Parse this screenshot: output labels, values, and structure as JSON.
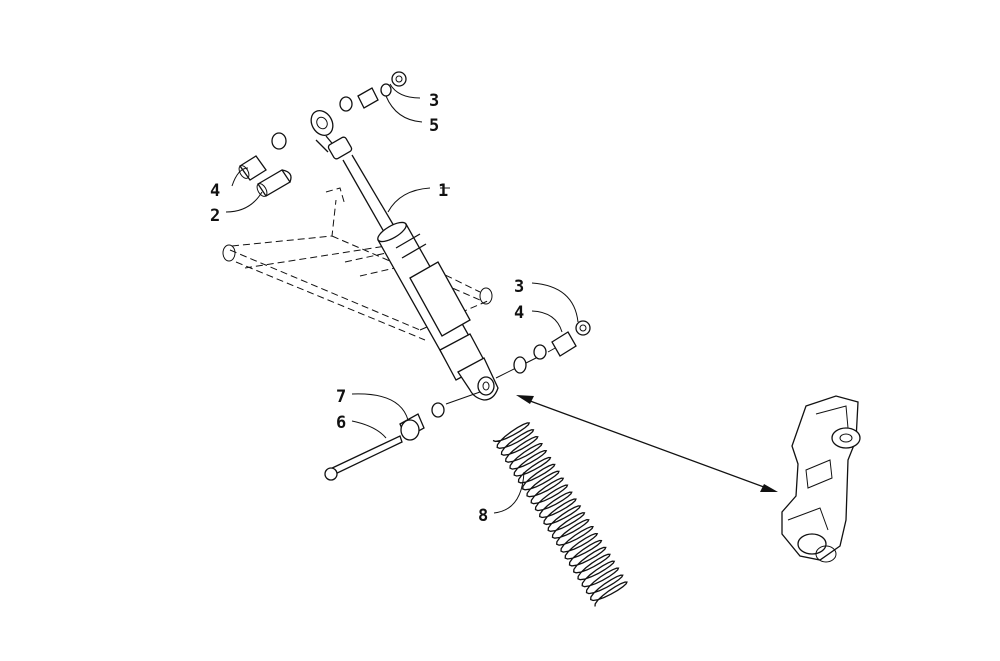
{
  "callouts": [
    {
      "id": "c1",
      "text": "1"
    },
    {
      "id": "c2",
      "text": "2"
    },
    {
      "id": "c3a",
      "text": "3"
    },
    {
      "id": "c5",
      "text": "5"
    },
    {
      "id": "c4a",
      "text": "4"
    },
    {
      "id": "c3b",
      "text": "3"
    },
    {
      "id": "c4b",
      "text": "4"
    },
    {
      "id": "c7",
      "text": "7"
    },
    {
      "id": "c6",
      "text": "6"
    },
    {
      "id": "c8",
      "text": "8"
    }
  ]
}
